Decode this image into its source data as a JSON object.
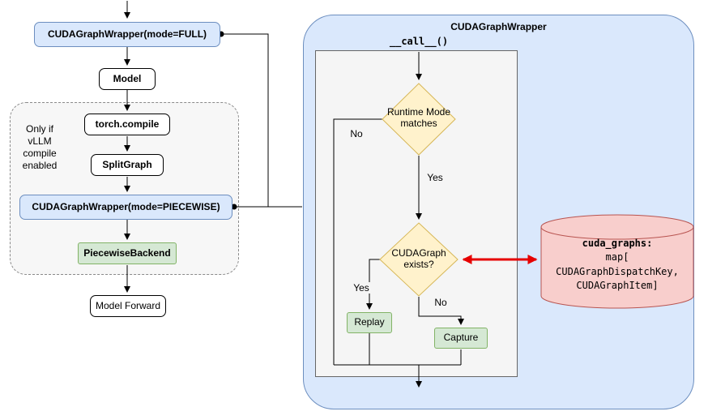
{
  "pipeline": {
    "full_wrapper": "CUDAGraphWrapper(mode=FULL)",
    "model": "Model",
    "compile_note": "Only if\nvLLM\ncompile\nenabled",
    "torch_compile": "torch.compile",
    "split_graph": "SplitGraph",
    "piecewise_wrapper": "CUDAGraphWrapper(mode=PIECEWISE)",
    "piecewise_backend": "PiecewiseBackend",
    "model_forward": "Model Forward"
  },
  "wrapper_panel": {
    "title": "CUDAGraphWrapper",
    "call_label": "__call__()",
    "decision_runtime": "Runtime Mode\nmatches",
    "decision_exists": "CUDAGraph\nexists?",
    "label_no_runtime": "No",
    "label_yes_runtime": "Yes",
    "label_yes_exists": "Yes",
    "label_no_exists": "No",
    "replay": "Replay",
    "capture": "Capture"
  },
  "store": {
    "title": "cuda_graphs:",
    "body": "map[\nCUDAGraphDispatchKey,\nCUDAGraphItem]"
  },
  "colors": {
    "node_blue_fill": "#dae8fc",
    "node_blue_stroke": "#6c8ebf",
    "node_green_fill": "#d5e8d4",
    "node_green_stroke": "#82b366",
    "diamond_fill": "#fff2cc",
    "diamond_stroke": "#d6b656",
    "store_fill": "#f8cecc",
    "store_stroke": "#b85450",
    "panel_fill": "#dae8fc",
    "inner_fill": "#f5f5f5",
    "arrow_red": "#e60000",
    "line_black": "#000000"
  }
}
